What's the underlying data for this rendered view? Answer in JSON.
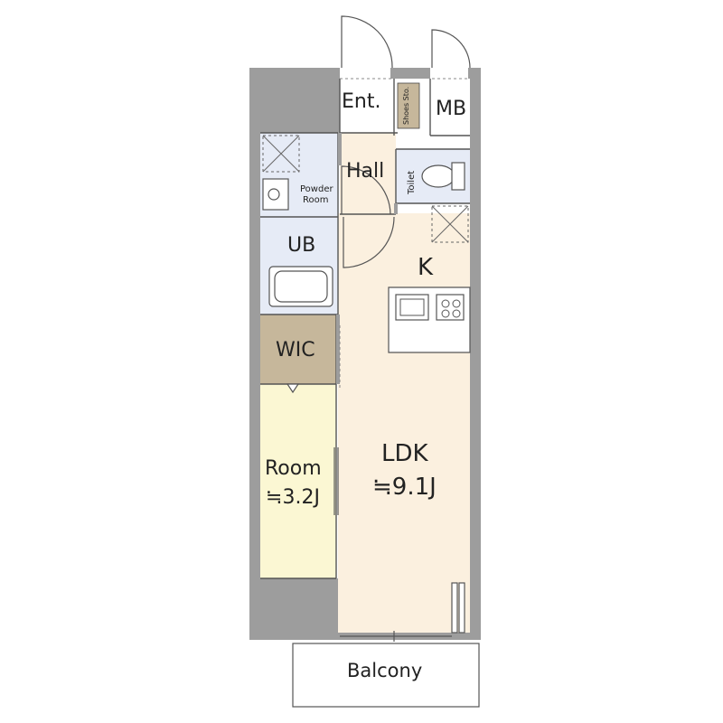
{
  "colors": {
    "wall": "#9d9d9d",
    "ldk": "#fbf0df",
    "room": "#fbf7d3",
    "wic": "#c6b79b",
    "wet": "#e6ebf6",
    "hall": "#fbf0df",
    "shoes": "#c6b79b",
    "fixture": "#666666"
  },
  "rooms": {
    "entrance": {
      "label": "Ent."
    },
    "shoes": {
      "label": "Shoes Sto."
    },
    "mb": {
      "label": "MB"
    },
    "hall": {
      "label": "Hall"
    },
    "toilet": {
      "label": "Toilet"
    },
    "powder": {
      "label_line1": "Powder",
      "label_line2": "Room"
    },
    "ub": {
      "label": "UB"
    },
    "kitchen": {
      "label": "K"
    },
    "wic": {
      "label": "WIC"
    },
    "room": {
      "label": "Room",
      "area": "≒3.2J"
    },
    "ldk": {
      "label": "LDK",
      "area": "≒9.1J"
    },
    "balcony": {
      "label": "Balcony"
    }
  },
  "icons": [
    "sink-icon",
    "stove-icon",
    "toilet-icon",
    "bathtub-icon",
    "washbasin-icon",
    "washer-pan-icon",
    "door-swing-icon"
  ]
}
